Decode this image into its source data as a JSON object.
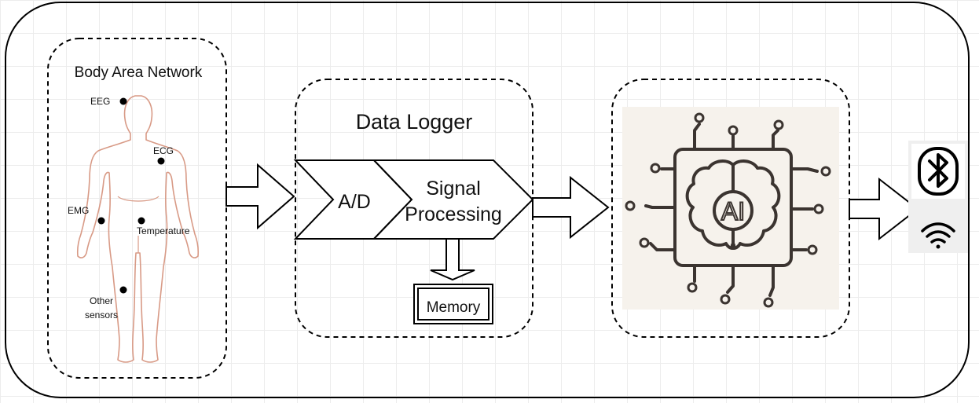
{
  "colors": {
    "stroke": "#000000",
    "body_outline": "#d89a86",
    "ai_panel_bg": "#f6f2ec",
    "ai_line": "#3b3430",
    "wireless_panel_bg": "#efefef"
  },
  "body_area_network": {
    "title": "Body Area Network",
    "sensors": [
      {
        "label": "EEG"
      },
      {
        "label": "ECG"
      },
      {
        "label": "EMG"
      },
      {
        "label": "Temperature"
      },
      {
        "label": "Other",
        "label2": "sensors"
      }
    ]
  },
  "data_logger": {
    "title": "Data Logger",
    "stage_ad": "A/D",
    "stage_sp_line1": "Signal",
    "stage_sp_line2": "Processing",
    "memory": "Memory"
  },
  "ai_chip": {
    "label": "AI",
    "icon": "ai-brain-chip-icon"
  },
  "wireless": {
    "icons": [
      "bluetooth-icon",
      "wifi-icon"
    ]
  }
}
